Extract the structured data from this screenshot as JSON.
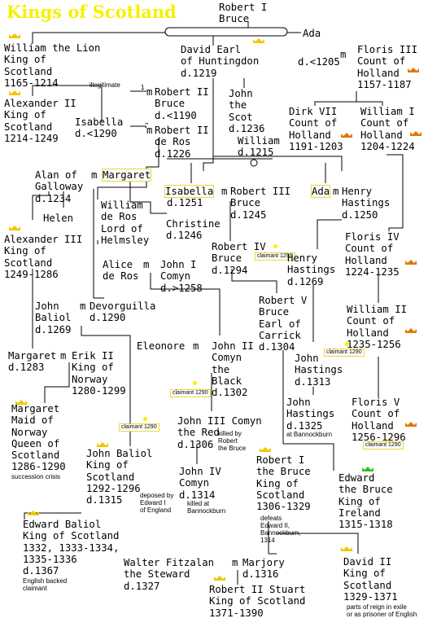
{
  "title": "Kings of Scotland",
  "marriage_symbol": "m",
  "people": {
    "robert1_root": "Robert I\nBruce",
    "william_lion": "William the Lion\nKing of\nScotland\n1165-1214",
    "david_earl": "David Earl\nof Huntingdon\nd.1219",
    "ada_top": "Ada",
    "ada_top_date": "d.<1205",
    "floris3": "Floris III\nCount of\nHolland\n1157-1187",
    "alexander2": "Alexander II\nKing of\nScotland\n1214-1249",
    "isabella_ill": "Isabella\nd.<1290",
    "robert2_bruce": "Robert II\nBruce\nd.<1190",
    "robert2_ros": "Robert II\nde Ros\nd.1226",
    "john_scot": "John\nthe\nScot\nd.1236",
    "dirk7": "Dirk VII\nCount of\nHolland\n1191-1203",
    "william1_holland": "William I\nCount of\nHolland\n1204-1224",
    "william_1215": "William\nd.1215",
    "alan_galloway": "Alan of\nGalloway\nd.1234",
    "margaret_gal": "Margaret",
    "isabella_1251": "Isabella",
    "isabella_1251_date": "d.1251",
    "robert3_bruce": "Robert III\nBruce\nd.1245",
    "ada_mid": "Ada",
    "henry_hastings": "Henry\nHastings\nd.1250",
    "helen": "Helen",
    "william_ros": "William\nde Ros\nLord of\nHelmsley",
    "christine": "Christine\nd.1246",
    "alexander3": "Alexander III\nKing of\nScotland\n1249-1286",
    "robert4": "Robert IV\nBruce\nd.1294",
    "henry_hastings2": "Henry\nHastings\nd.1269",
    "floris4": "Floris IV\nCount of\nHolland\n1224-1235",
    "alice_ros": "Alice\nde Ros",
    "john1_comyn": "John I\nComyn\nd.>1258",
    "robert5": "Robert V\nBruce\nEarl of\nCarrick\nd.1304",
    "john_baliol": "John\nBaliol\nd.1269",
    "devorguilla": "Devorguilla\nd.1290",
    "william2_holland": "William II\nCount of\nHolland\n1235-1256",
    "margaret_norway_mother": "Margaret\nd.1283",
    "erik2": "Erik II\nKing of\nNorway\n1280-1299",
    "eleonore": "Eleonore",
    "john2_comyn": "John II\nComyn\nthe\nBlack\nd.1302",
    "john_hastings1313": "John\nHastings\nd.1313",
    "margaret_maid": "Margaret\nMaid of\nNorway\nQueen of\nScotland\n1286-1290",
    "john3_comyn": "John III Comyn\nthe Red\nd.1306",
    "john_hastings1325": "John\nHastings\nd.1325",
    "floris5": "Floris V\nCount of\nHolland\n1256-1296",
    "john_baliol_king": "John Baliol\nKing of\nScotland\n1292-1296\nd.1315",
    "robert1_bruce": "Robert I\nthe Bruce\nKing of\nScotland\n1306-1329",
    "edward_bruce": "Edward\nthe Bruce\nKing of\nIreland\n1315-1318",
    "john4_comyn": "John IV\nComyn\nd.1314",
    "edward_baliol": "Edward Baliol\nKing of Scotland\n1332, 1333-1334,\n1335-1336\nd.1367",
    "walter_fitzalan": "Walter Fitzalan\nthe Steward\nd.1327",
    "marjory": "Marjory\nd.1316",
    "david2": "David II\nKing of\nScotland\n1329-1371",
    "robert2_stuart": "Robert II Stuart\nKing of Scotland\n1371-1390"
  },
  "notes": {
    "illegitimate": "illegitimate",
    "succession_crisis": "succession crisis",
    "killed_by_bruce": "killed by\nRobert\nthe Bruce",
    "at_bannockburn": "at Bannockburn",
    "deposed": "deposed by\nEdward I\nof England",
    "killed_bannockburn": "killed at\nBannockburn",
    "defeats_edward": "defeats\nEdward II,\nBannockburn,\n1314",
    "english_claimant": "English backed\nclaimant",
    "exile": "parts of reign in exile\nor as prisoner of English"
  },
  "gen_numbers": {
    "one": "1",
    "two": "2"
  },
  "claimant_label": "claimant\n1290",
  "colors": {
    "title": "#f7f000",
    "crown_gold": "#f0c800",
    "crown_orange": "#e07800",
    "crown_green": "#30c030",
    "claimant_border": "#e8d838"
  }
}
